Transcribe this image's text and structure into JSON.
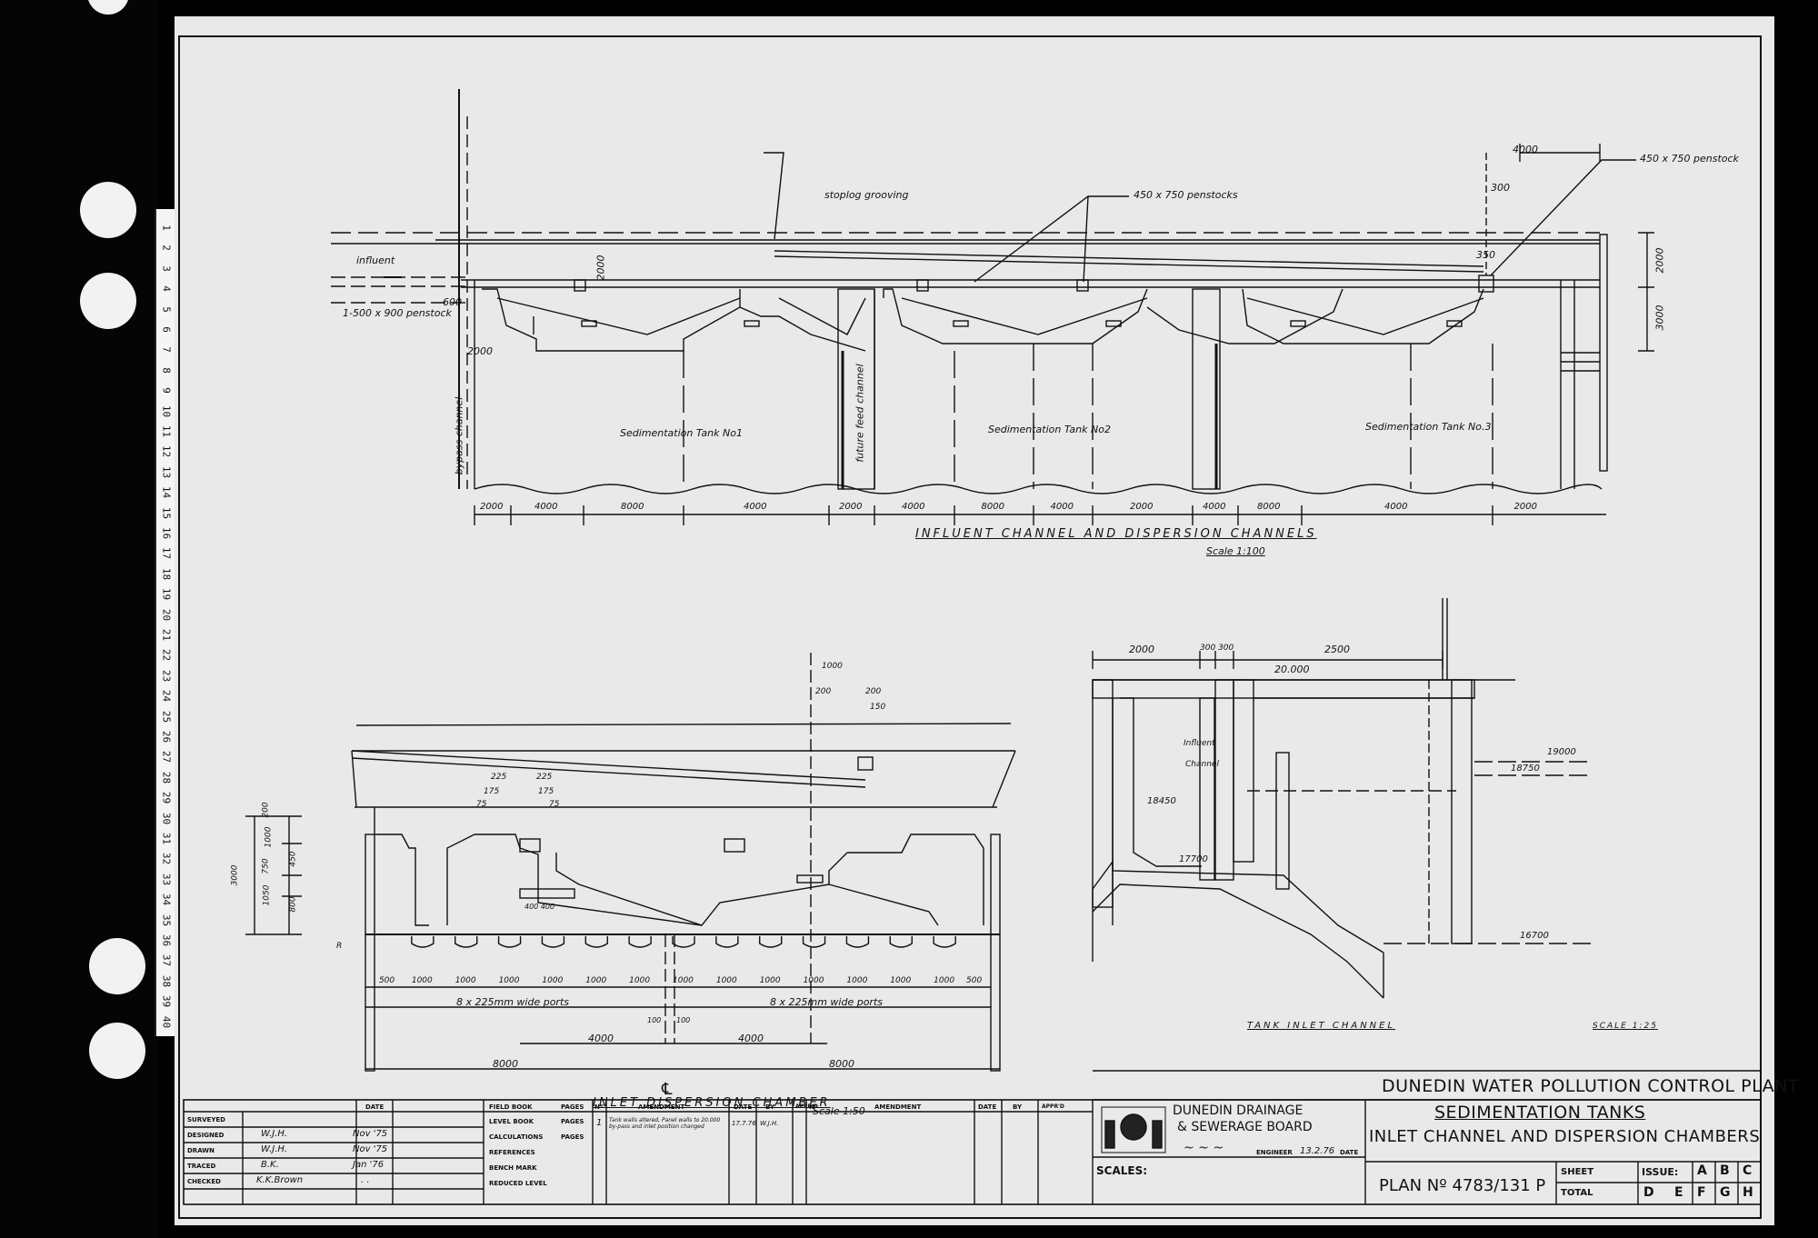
{
  "top_drawing": {
    "title": "INFLUENT CHANNEL AND DISPERSION CHANNELS",
    "scale": "Scale 1:100",
    "callouts": {
      "stoplog": "stoplog grooving",
      "penstocks": "450 x 750 penstocks",
      "penstock_right": "450 x 750 penstock",
      "influent": "influent",
      "penstock_left": "1-500 x 900 penstock",
      "bypass": "bypass channel",
      "future": "future feed channel"
    },
    "tanks": [
      "Sedimentation Tank No1",
      "Sedimentation Tank No2",
      "Sedimentation Tank No.3"
    ],
    "dims_bottom": [
      "2000",
      "4000",
      "8000",
      "4000",
      "2000",
      "4000",
      "8000",
      "4000",
      "2000",
      "4000",
      "8000",
      "4000",
      "2000"
    ],
    "dims_misc": {
      "d4000": "4000",
      "d300": "300",
      "d2000": "2000",
      "d3000": "3000",
      "d350": "350",
      "d600": "600",
      "d2000b": "2000",
      "d2000c": "2000"
    }
  },
  "left_drawing": {
    "title": "INLET DISPERSION CHAMBER",
    "scale": "Scale 1:50",
    "dims_top": [
      "1000",
      "200",
      "200",
      "150"
    ],
    "dims_small": [
      "225",
      "225",
      "175",
      "175",
      "75",
      "75"
    ],
    "dims_left": [
      "3000",
      "200",
      "1000",
      "750",
      "450",
      "1050",
      "800"
    ],
    "dims_ports": [
      "500",
      "1000",
      "1000",
      "1000",
      "1000",
      "1000",
      "1000",
      "1000",
      "1000",
      "1000",
      "1000",
      "1000",
      "1000",
      "1000",
      "500"
    ],
    "dims_misc": {
      "ds": "400 400",
      "d100a": "100",
      "d100b": "100",
      "dr": "R"
    },
    "ports_left": "8 x 225mm wide ports",
    "ports_right": "8 x 225mm wide ports",
    "dims_lower": [
      "4000",
      "4000"
    ],
    "dims_base": [
      "8000",
      "8000"
    ],
    "centerline": "℄"
  },
  "right_drawing": {
    "title": "TANK INLET CHANNEL",
    "scale": "SCALE 1:25",
    "dims_top": [
      "2000",
      "300",
      "300",
      "2500",
      "20.000"
    ],
    "levels": [
      "19000",
      "18750",
      "18450",
      "17700",
      "16700"
    ],
    "label_influent": "Influent",
    "label_channel": "Channel"
  },
  "project_title": "DUNEDIN WATER POLLUTION CONTROL PLANT",
  "title_block": {
    "headers": {
      "date": "DATE",
      "field_book": "FIELD BOOK",
      "pages": "PAGES"
    },
    "row_labels": [
      "SURVEYED",
      "DESIGNED",
      "DRAWN",
      "TRACED",
      "CHECKED"
    ],
    "row_names": [
      "",
      "W.J.H.",
      "W.J.H.",
      "B.K.",
      "K.K.Brown"
    ],
    "row_dates": [
      "",
      "Nov '75",
      "Nov '75",
      "Jan '76",
      ". ."
    ],
    "book_labels": [
      "LEVEL BOOK",
      "CALCULATIONS",
      "REFERENCES",
      "BENCH MARK",
      "REDUCED LEVEL"
    ],
    "pages_label": "PAGES",
    "amend_headers": {
      "no": "Nº",
      "amendment": "AMENDMENT",
      "date": "DATE",
      "by": "BY",
      "apprd": "APPR'D"
    },
    "amend_row": {
      "no": "1",
      "text": "Tank walls altered, Panel walls to 20.000 by-pass and inlet position changed",
      "date": "17.7.76",
      "by": "W.J.H."
    },
    "board": "DUNEDIN DRAINAGE",
    "board2": "& SEWERAGE BOARD",
    "engineer_label": "ENGINEER",
    "engineer_date": "13.2.76",
    "date_label": "DATE",
    "scales_label": "SCALES:",
    "plan_title1": "SEDIMENTATION TANKS",
    "plan_title2": "INLET CHANNEL AND DISPERSION CHAMBERS",
    "plan_no": "PLAN Nº 4783/131 P",
    "sheet_label": "SHEET",
    "total_label": "TOTAL",
    "issue_label": "ISSUE:",
    "issue_letters": [
      "A",
      "B",
      "C",
      "D",
      "E",
      "F",
      "G",
      "H"
    ]
  },
  "ruler_numbers": [
    "1",
    "2",
    "3",
    "4",
    "5",
    "6",
    "7",
    "8",
    "9",
    "10",
    "11",
    "12",
    "13",
    "14",
    "15",
    "16",
    "17",
    "18",
    "19",
    "20",
    "21",
    "22",
    "23",
    "24",
    "25",
    "26",
    "27",
    "28",
    "29",
    "30",
    "31",
    "32",
    "33",
    "34",
    "35",
    "36",
    "37",
    "38",
    "39",
    "40"
  ]
}
